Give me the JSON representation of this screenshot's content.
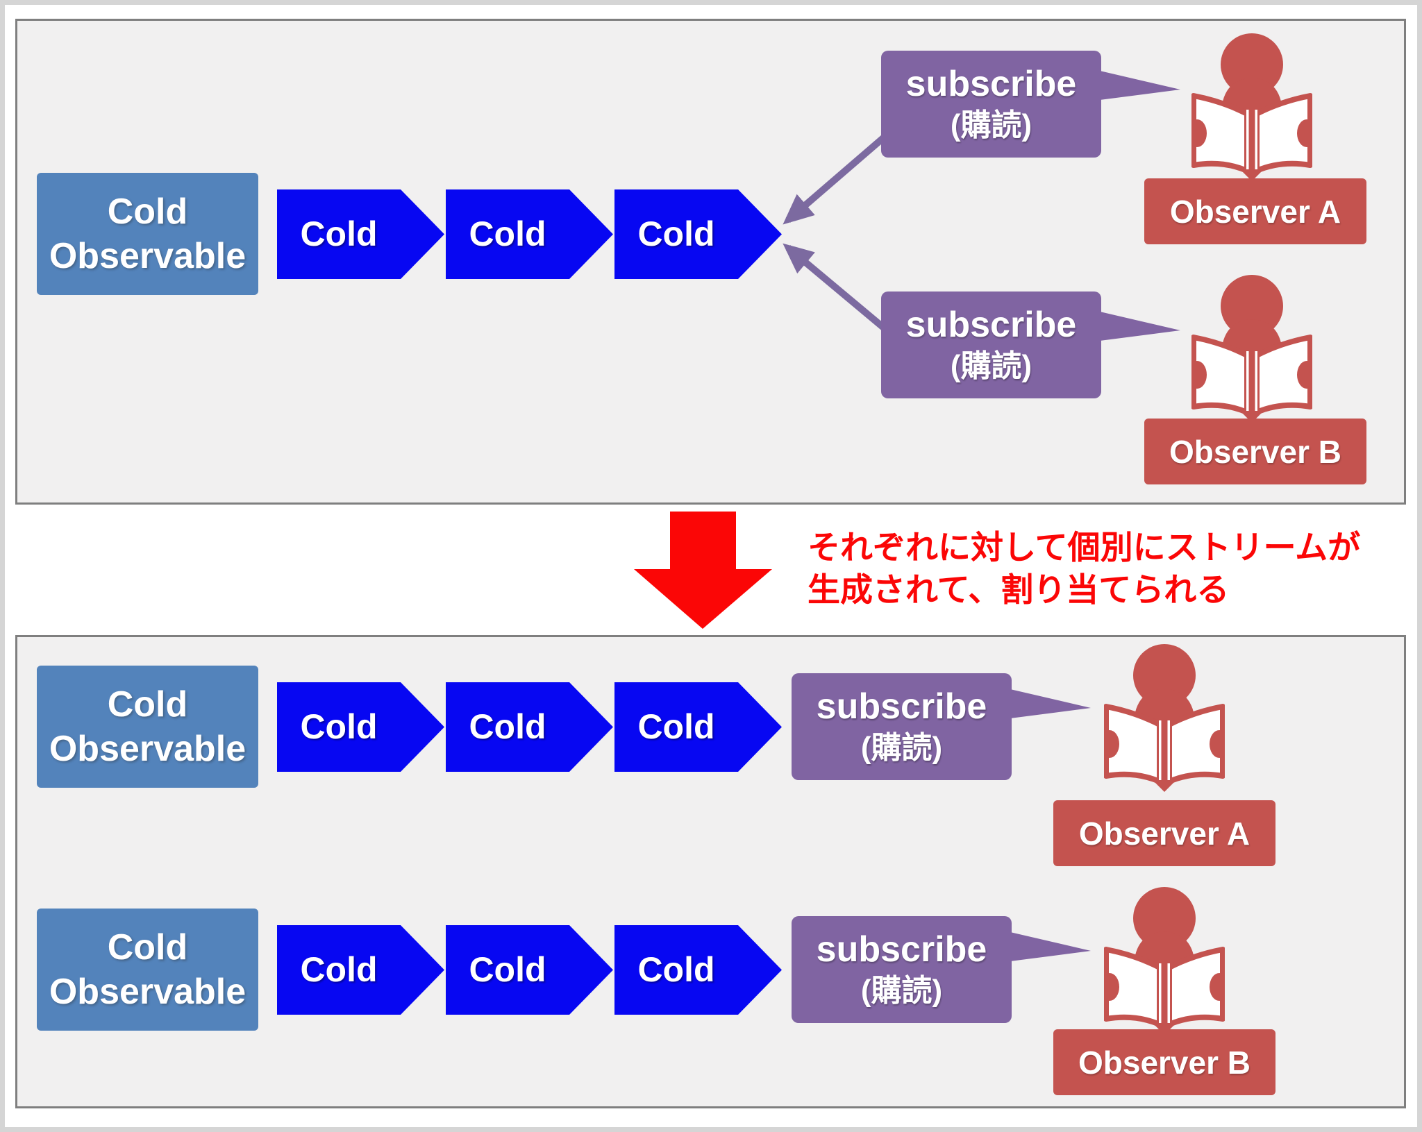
{
  "colors": {
    "panel_bg": "#f1f0f0",
    "panel_border": "#7f7f7f",
    "source_blue": "#5383bb",
    "stream_blue": "#0707f2",
    "purple": "#8064a2",
    "connector_purple": "#7c6aa0",
    "observer_red": "#c4534f",
    "highlight_red": "#fb0606"
  },
  "icons": {
    "observer": "person-reading-book-icon",
    "stream_segment": "chevron-arrow-right",
    "transition": "big-down-arrow",
    "subscribe_callout": "speech-bubble-pointer"
  },
  "top_panel": {
    "source": {
      "line1": "Cold",
      "line2": "Observable"
    },
    "stream": [
      "Cold",
      "Cold",
      "Cold"
    ],
    "subscribers": [
      {
        "bubble_line1": "subscribe",
        "bubble_line2": "(購読)",
        "observer_label": "Observer A"
      },
      {
        "bubble_line1": "subscribe",
        "bubble_line2": "(購読)",
        "observer_label": "Observer B"
      }
    ]
  },
  "transition_note": {
    "line1": "それぞれに対して個別にストリームが",
    "line2": "生成されて、割り当てられる"
  },
  "bottom_panel": {
    "rows": [
      {
        "source": {
          "line1": "Cold",
          "line2": "Observable"
        },
        "stream": [
          "Cold",
          "Cold",
          "Cold"
        ],
        "bubble_line1": "subscribe",
        "bubble_line2": "(購読)",
        "observer_label": "Observer A"
      },
      {
        "source": {
          "line1": "Cold",
          "line2": "Observable"
        },
        "stream": [
          "Cold",
          "Cold",
          "Cold"
        ],
        "bubble_line1": "subscribe",
        "bubble_line2": "(購読)",
        "observer_label": "Observer B"
      }
    ]
  }
}
